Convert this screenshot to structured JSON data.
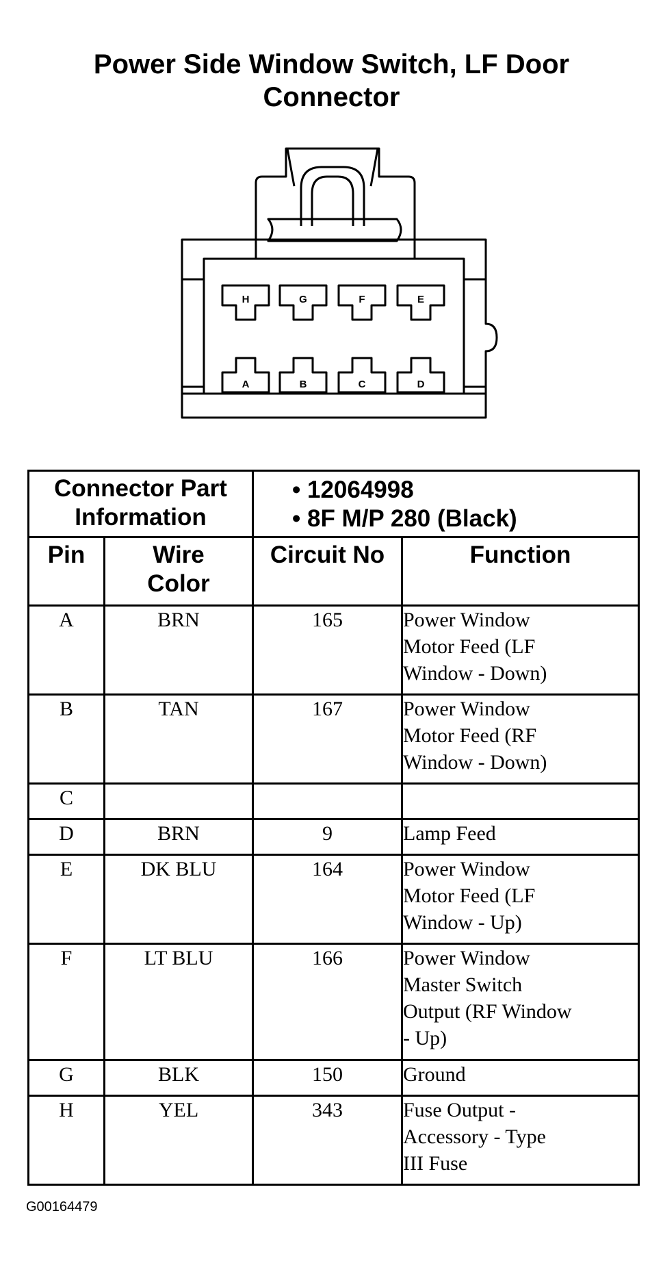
{
  "title_lines": [
    "Power Side Window Switch, LF Door",
    "Connector"
  ],
  "pins_top": [
    "H",
    "G",
    "F",
    "E"
  ],
  "pins_bottom": [
    "A",
    "B",
    "C",
    "D"
  ],
  "connector_info": {
    "label_lines": [
      "Connector Part",
      "Information"
    ],
    "items": [
      "12064998",
      "8F M/P 280 (Black)"
    ]
  },
  "columns": {
    "pin": "Pin",
    "wire_color_lines": [
      "Wire",
      "Color"
    ],
    "circuit": "Circuit No",
    "function": "Function"
  },
  "rows": [
    {
      "pin": "A",
      "wire": "BRN",
      "circuit": "165",
      "function": [
        "Power Window",
        "Motor Feed (LF",
        "Window - Down)"
      ]
    },
    {
      "pin": "B",
      "wire": "TAN",
      "circuit": "167",
      "function": [
        "Power Window",
        "Motor Feed (RF",
        "Window - Down)"
      ]
    },
    {
      "pin": "C",
      "wire": "",
      "circuit": "",
      "function": []
    },
    {
      "pin": "D",
      "wire": "BRN",
      "circuit": "9",
      "function": [
        "Lamp Feed"
      ]
    },
    {
      "pin": "E",
      "wire": "DK BLU",
      "circuit": "164",
      "function": [
        "Power Window",
        "Motor Feed (LF",
        "Window - Up)"
      ]
    },
    {
      "pin": "F",
      "wire": "LT BLU",
      "circuit": "166",
      "function": [
        "Power Window",
        "Master Switch",
        "Output (RF Window",
        "- Up)"
      ]
    },
    {
      "pin": "G",
      "wire": "BLK",
      "circuit": "150",
      "function": [
        "Ground"
      ]
    },
    {
      "pin": "H",
      "wire": "YEL",
      "circuit": "343",
      "function": [
        "Fuse Output -",
        "Accessory - Type",
        "III Fuse"
      ]
    }
  ],
  "footnote": "G00164479"
}
